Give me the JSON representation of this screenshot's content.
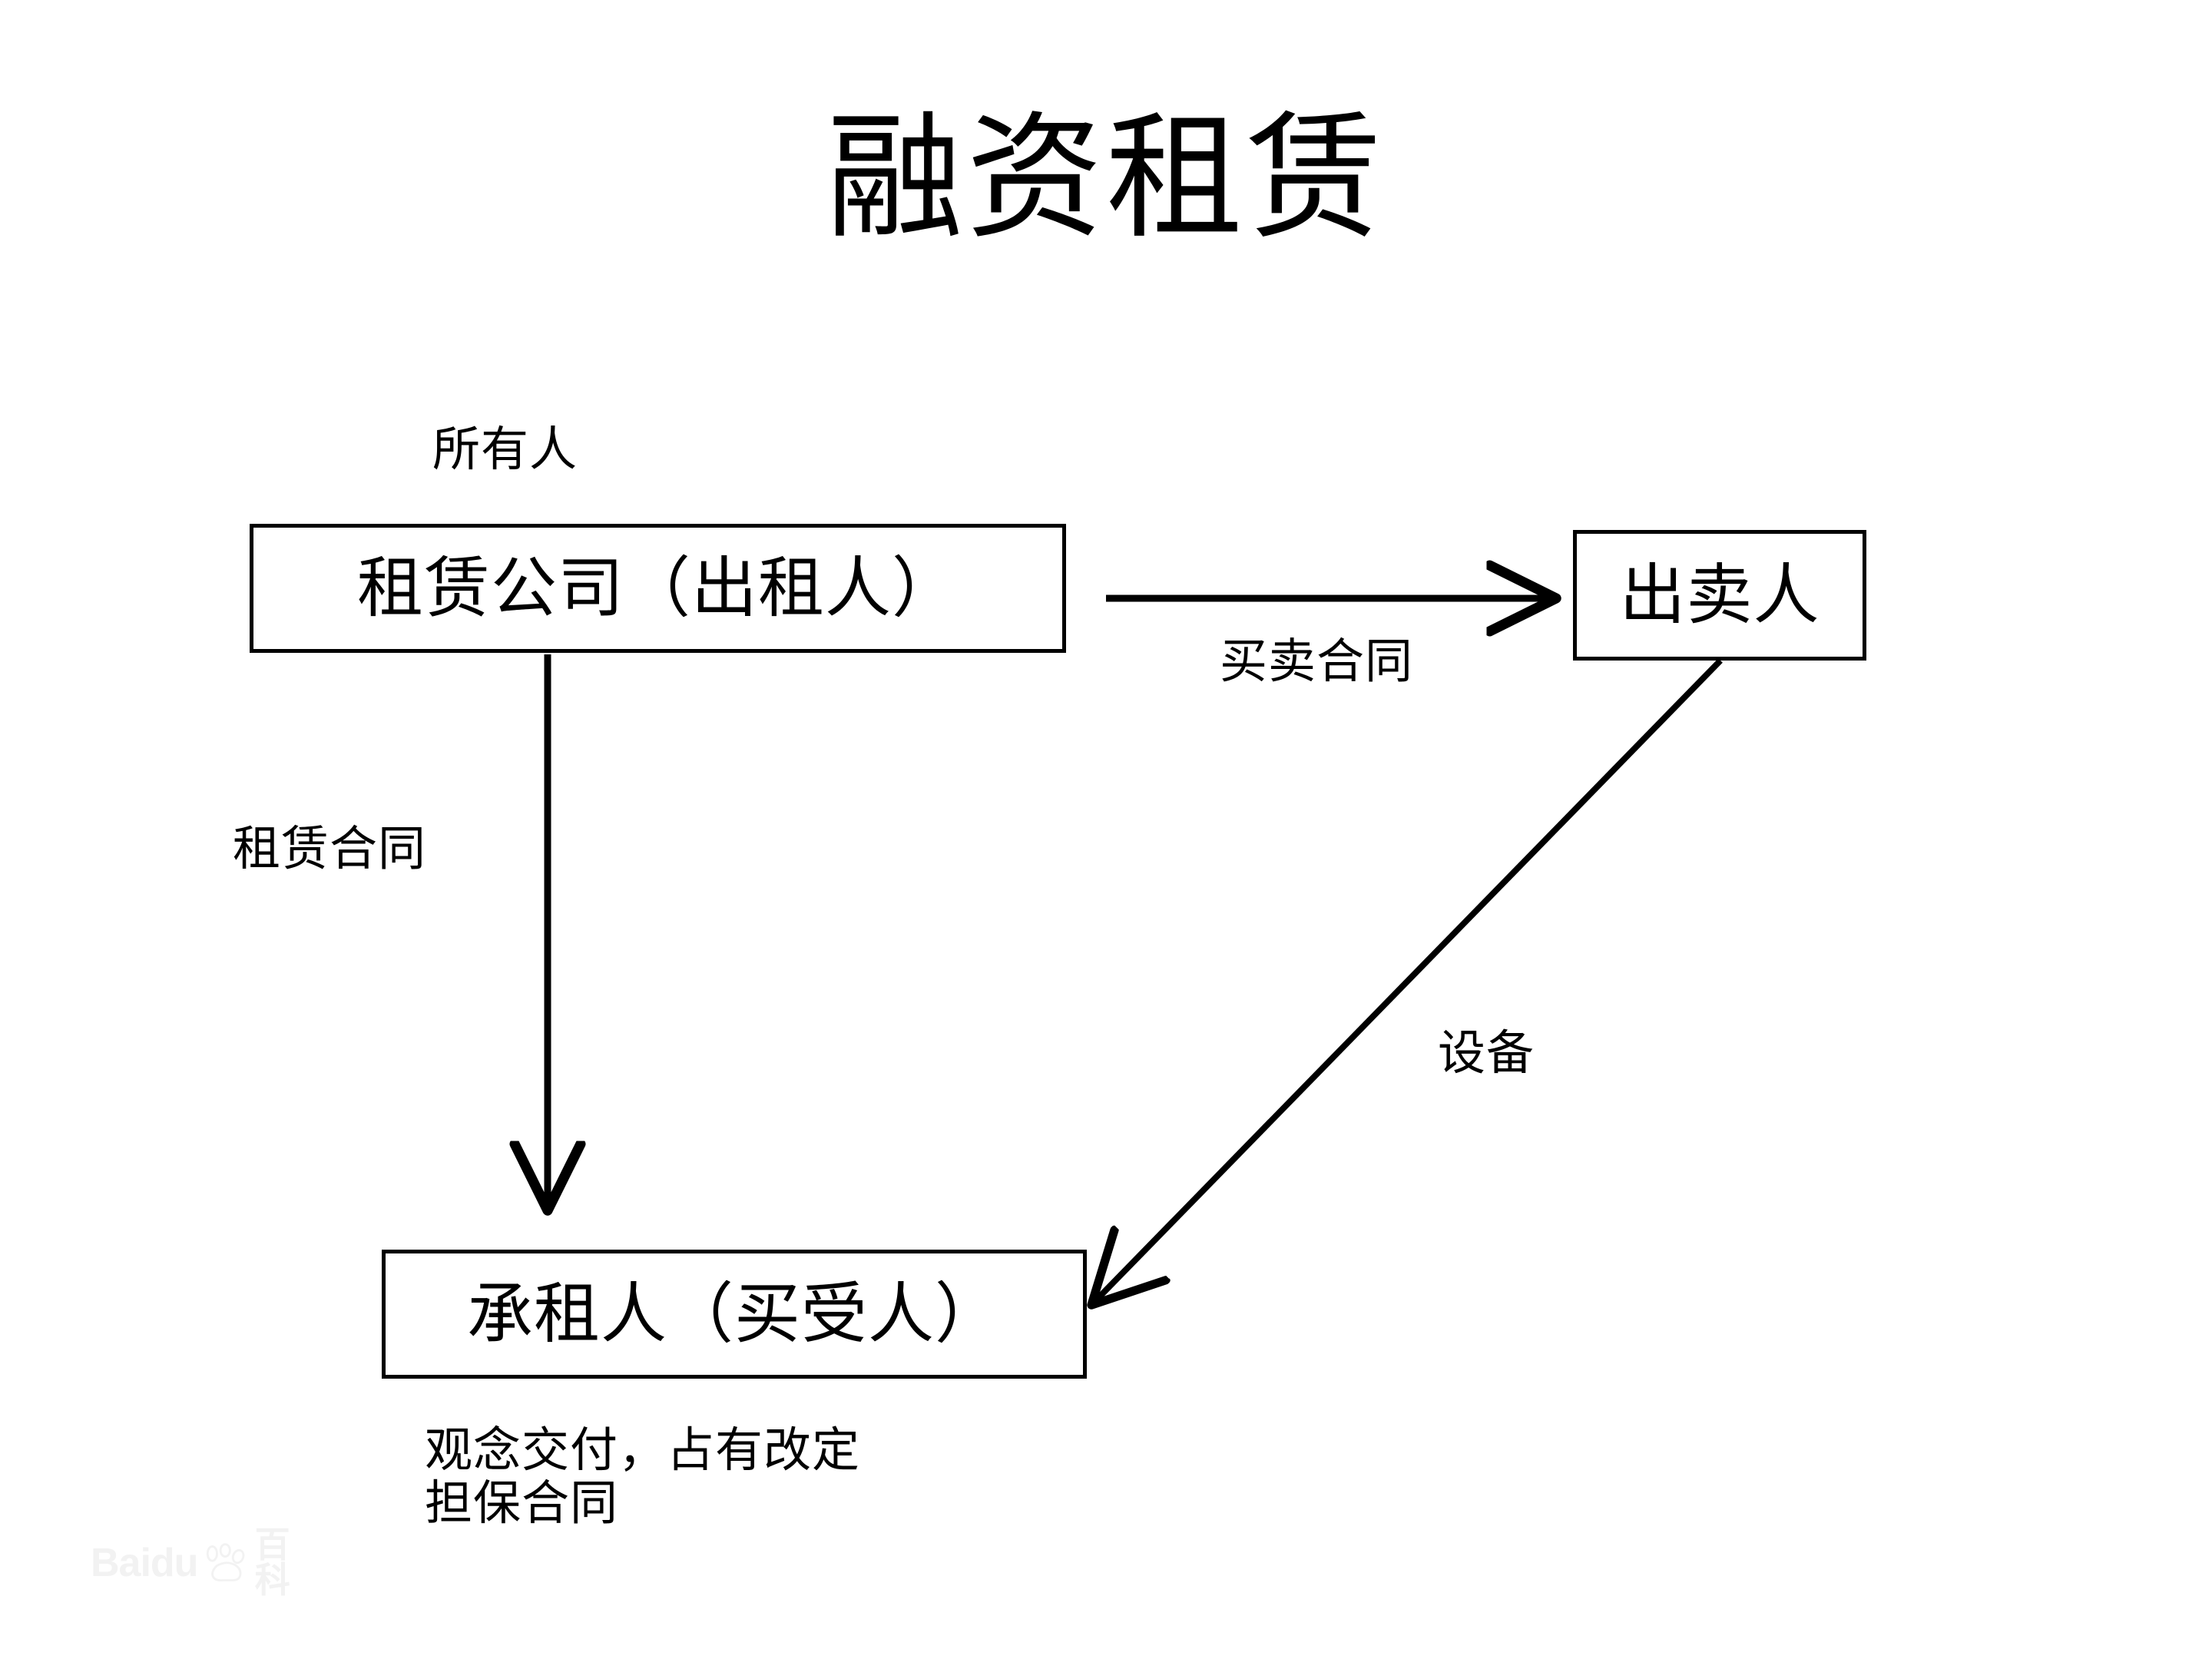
{
  "page": {
    "title": "融资租赁",
    "background_color": "#ffffff",
    "line_color": "#000000"
  },
  "nodes": [
    {
      "id": "lessor",
      "label": "租赁公司（出租人）"
    },
    {
      "id": "seller",
      "label": "出卖人"
    },
    {
      "id": "lessee",
      "label": "承租人（买受人）"
    }
  ],
  "annotations": {
    "owner": "所有人",
    "sale_contract": "买卖合同",
    "lease_contract": "租赁合同",
    "equipment": "设备",
    "delivery_line1": "观念交付，占有改定",
    "delivery_line2": "担保合同"
  },
  "edges": [
    {
      "id": "lessor-to-seller",
      "from": "lessor",
      "to": "seller",
      "label": "买卖合同",
      "style": "solid-arrow",
      "direction": "right"
    },
    {
      "id": "lessor-to-lessee",
      "from": "lessor",
      "to": "lessee",
      "label": "租赁合同",
      "style": "solid-arrow",
      "direction": "down"
    },
    {
      "id": "seller-to-lessee",
      "from": "seller",
      "to": "lessee",
      "label": "设备",
      "style": "solid-arrow",
      "direction": "diagonal-down-left"
    }
  ],
  "watermark": {
    "brand": "Baidu",
    "suffix": "百科",
    "color": "#f2f2f2"
  }
}
